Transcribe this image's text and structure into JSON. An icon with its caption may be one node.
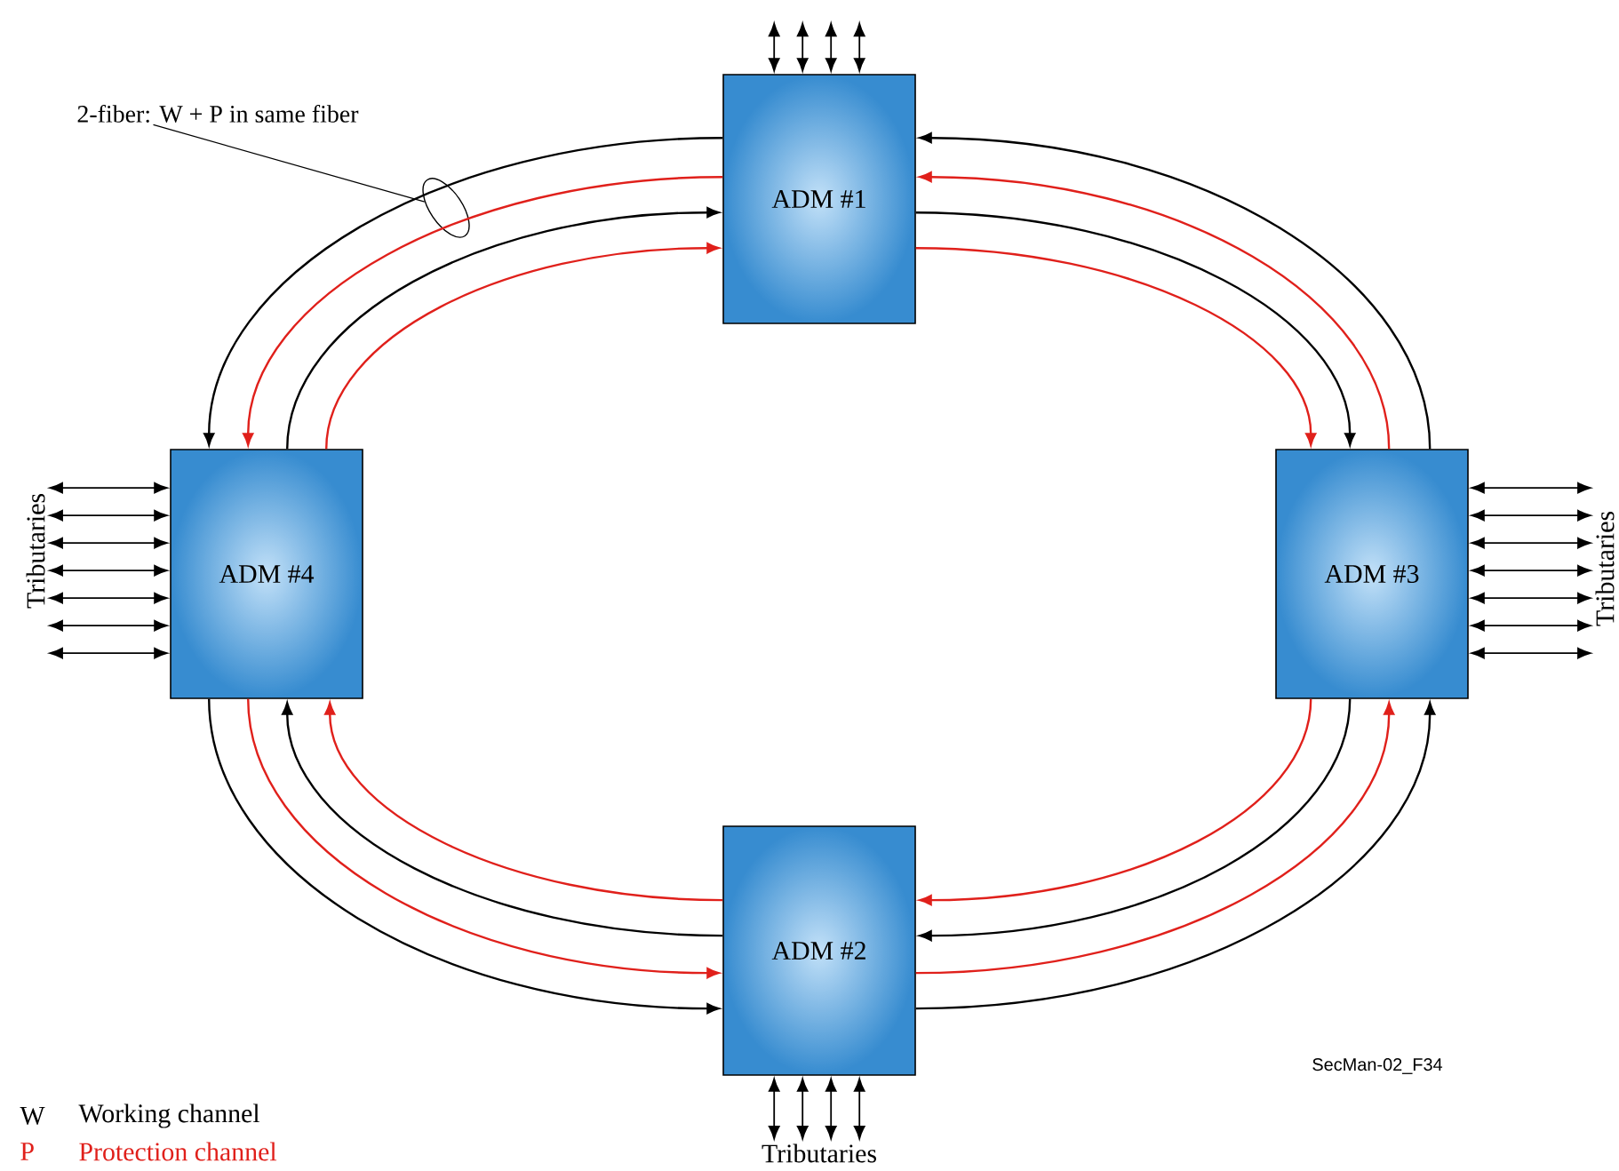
{
  "diagram": {
    "nodes": [
      {
        "text": [
          "ADM #1"
        ]
      },
      {
        "text": [
          "ADM #4"
        ]
      },
      {
        "text": [
          "ADM #3"
        ]
      },
      {
        "text": [
          "ADM #2"
        ]
      },
      {
        "text": [
          "2-fiber: W + P in same fiber"
        ]
      },
      {
        "text": [],
        "shape": "ellipse"
      },
      {
        "text": [
          "Tributaries"
        ]
      },
      {
        "text": [
          "Tributaries"
        ]
      },
      {
        "text": [
          "Tributaries"
        ]
      }
    ],
    "edges": [
      {
        "from": 0,
        "to": 1,
        "arrow": "to"
      },
      {
        "from": 0,
        "to": 1,
        "arrow": "to",
        "color": "#e0201b"
      },
      {
        "from": 1,
        "to": 0,
        "arrow": "to"
      },
      {
        "from": 1,
        "to": 0,
        "arrow": "to",
        "color": "#e0201b"
      },
      {
        "from": 2,
        "to": 0,
        "arrow": "to"
      },
      {
        "from": 2,
        "to": 0,
        "arrow": "to",
        "color": "#e0201b"
      },
      {
        "from": 0,
        "to": 2,
        "arrow": "to"
      },
      {
        "from": 0,
        "to": 2,
        "arrow": "to",
        "color": "#e0201b"
      },
      {
        "from": 1,
        "to": 3,
        "arrow": "to"
      },
      {
        "from": 1,
        "to": 3,
        "arrow": "to",
        "color": "#e0201b"
      },
      {
        "from": 3,
        "to": 1,
        "arrow": "to"
      },
      {
        "from": 3,
        "to": 1,
        "arrow": "to",
        "color": "#e0201b"
      },
      {
        "from": 3,
        "to": 2,
        "arrow": "to"
      },
      {
        "from": 3,
        "to": 2,
        "arrow": "to",
        "color": "#e0201b"
      },
      {
        "from": 2,
        "to": 3,
        "arrow": "to"
      },
      {
        "from": 2,
        "to": 3,
        "arrow": "to",
        "color": "#e0201b"
      },
      {
        "from": 6,
        "to": 1,
        "arrow": "both"
      },
      {
        "from": 6,
        "to": 1,
        "arrow": "both"
      },
      {
        "from": 6,
        "to": 1,
        "arrow": "both"
      },
      {
        "from": 6,
        "to": 1,
        "arrow": "both"
      },
      {
        "from": 6,
        "to": 1,
        "arrow": "both"
      },
      {
        "from": 6,
        "to": 1,
        "arrow": "both"
      },
      {
        "from": 6,
        "to": 1,
        "arrow": "both"
      },
      {
        "from": 7,
        "to": 2,
        "arrow": "both"
      },
      {
        "from": 7,
        "to": 2,
        "arrow": "both"
      },
      {
        "from": 7,
        "to": 2,
        "arrow": "both"
      },
      {
        "from": 7,
        "to": 2,
        "arrow": "both"
      },
      {
        "from": 7,
        "to": 2,
        "arrow": "both"
      },
      {
        "from": 7,
        "to": 2,
        "arrow": "both"
      },
      {
        "from": 7,
        "to": 2,
        "arrow": "both"
      },
      {
        "from": null,
        "to": 0,
        "arrow": "both"
      },
      {
        "from": null,
        "to": 0,
        "arrow": "both"
      },
      {
        "from": null,
        "to": 0,
        "arrow": "both"
      },
      {
        "from": null,
        "to": 0,
        "arrow": "both"
      },
      {
        "from": 8,
        "to": 3,
        "arrow": "both"
      },
      {
        "from": 8,
        "to": 3,
        "arrow": "both"
      },
      {
        "from": 8,
        "to": 3,
        "arrow": "both"
      },
      {
        "from": 8,
        "to": 3,
        "arrow": "both"
      },
      {
        "from": 4,
        "to": 5,
        "arrow": "none"
      }
    ],
    "labels": [
      "SecMan-02_F34",
      "W",
      "P"
    ],
    "legend": [
      {
        "text": "Working channel",
        "color": "#000000"
      },
      {
        "text": "Protection channel",
        "color": "#e0201b"
      }
    ]
  }
}
